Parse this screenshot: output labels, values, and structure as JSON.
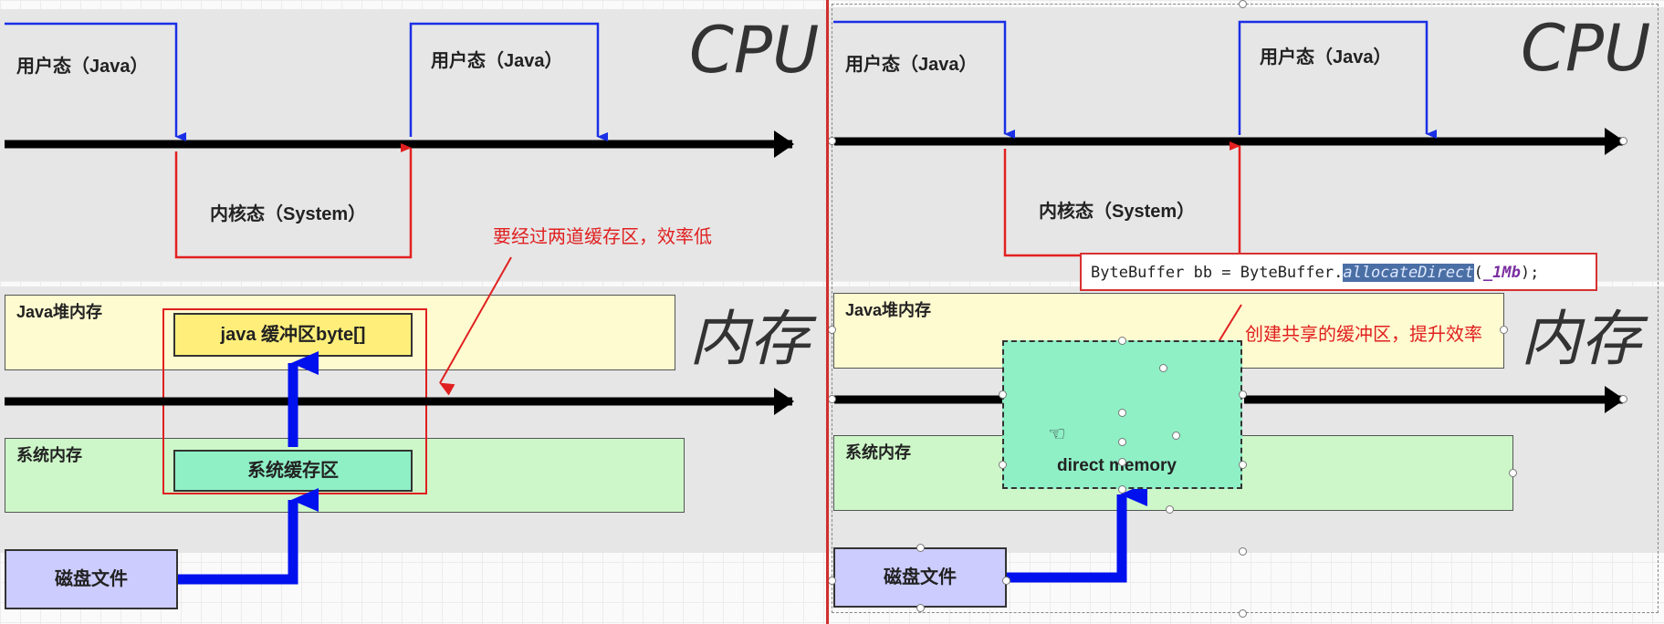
{
  "left": {
    "cpu_title": "CPU",
    "mem_title": "内存",
    "user_mode_1": "用户态（Java）",
    "user_mode_2": "用户态（Java）",
    "kernel_mode": "内核态（System）",
    "note": "要经过两道缓存区，效率低",
    "java_heap": "Java堆内存",
    "java_buffer": "java 缓冲区byte[]",
    "system_memory": "系统内存",
    "system_buffer": "系统缓存区",
    "disk_file": "磁盘文件"
  },
  "right": {
    "cpu_title": "CPU",
    "mem_title": "内存",
    "user_mode_1": "用户态（Java）",
    "user_mode_2": "用户态（Java）",
    "kernel_mode": "内核态（System）",
    "note": "创建共享的缓冲区，提升效率",
    "code_prefix": "ByteBuffer bb = ByteBuffer.",
    "code_method": "allocateDirect",
    "code_paren": "(",
    "code_arg": "_1Mb",
    "code_suffix": ");",
    "java_heap": "Java堆内存",
    "direct_memory": "direct memory",
    "system_memory": "系统内存",
    "disk_file": "磁盘文件"
  },
  "colors": {
    "band": "#e6e6e6",
    "java_heap_fill": "#fffbd0",
    "java_buffer_fill": "#ffef7a",
    "system_memory_fill": "#cdf7c8",
    "system_buffer_fill": "#8ff0c6",
    "direct_memory_fill": "#8ff0c6",
    "disk_fill": "#ccccff",
    "user_arrow": "#1a2fe6",
    "kernel_arrow": "#e32020",
    "data_flow": "#0011ee",
    "highlight_red": "#e02020"
  }
}
